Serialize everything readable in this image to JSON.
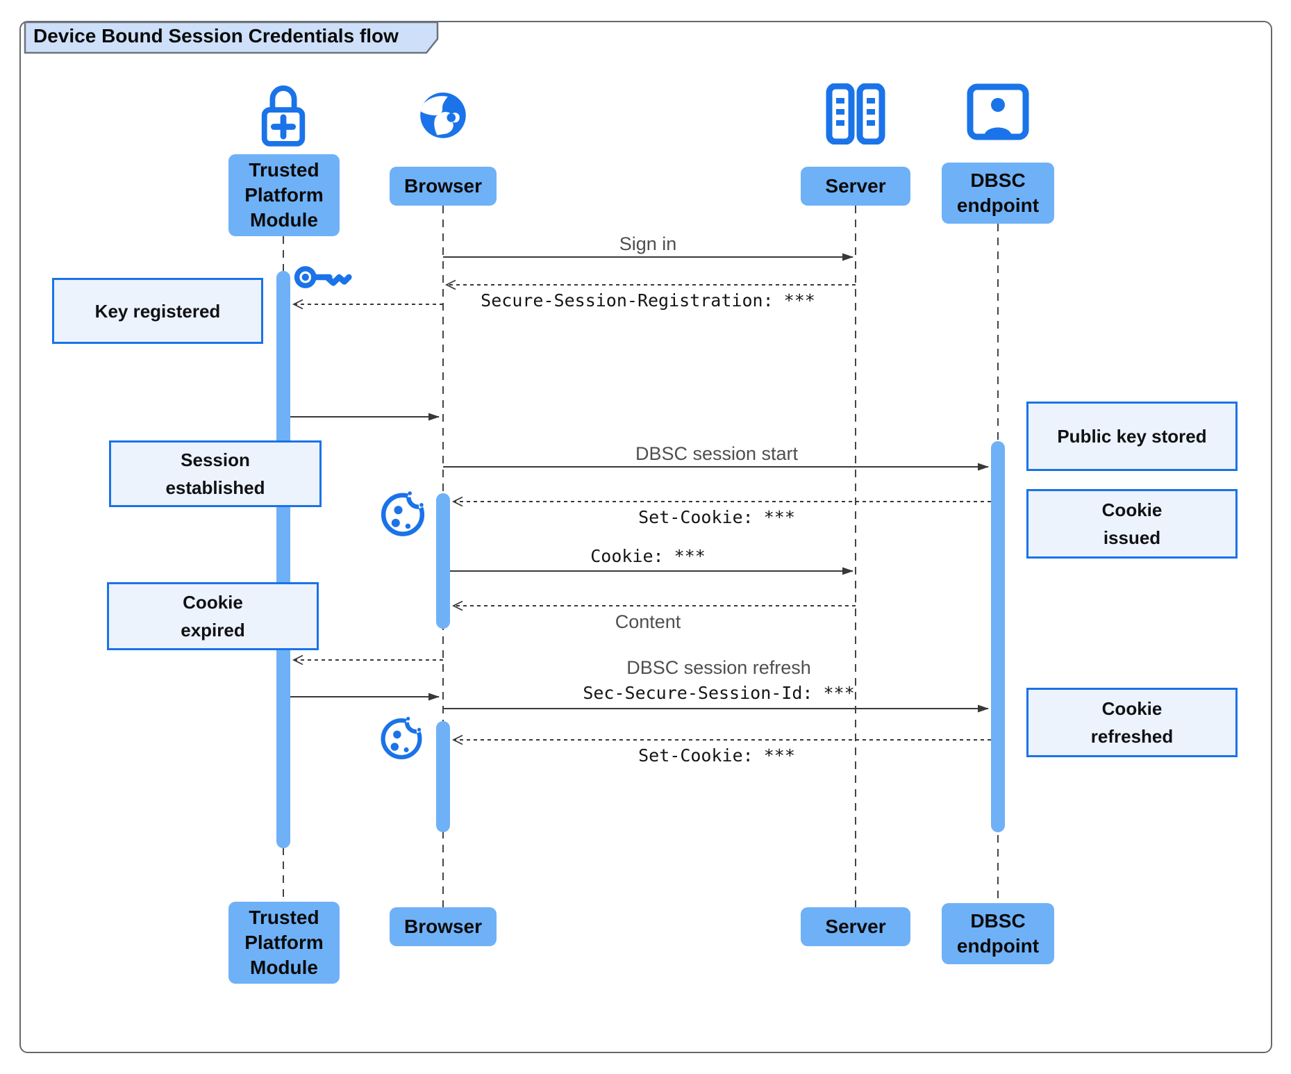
{
  "title": "Device Bound Session Credentials flow",
  "participants": [
    {
      "id": "tpm",
      "name": "Trusted Platform Module",
      "lines": [
        "Trusted",
        "Platform",
        "Module"
      ],
      "icon": "lock-plus-icon"
    },
    {
      "id": "browser",
      "name": "Browser",
      "lines": [
        "Browser"
      ],
      "icon": "globe-icon"
    },
    {
      "id": "server",
      "name": "Server",
      "lines": [
        "Server"
      ],
      "icon": "server-icon"
    },
    {
      "id": "dbsc",
      "name": "DBSC endpoint",
      "lines": [
        "DBSC",
        "endpoint"
      ],
      "icon": "person-badge-icon"
    }
  ],
  "messages": [
    {
      "from": "browser",
      "to": "server",
      "line": "solid",
      "label": "Sign in",
      "label_style": "plain"
    },
    {
      "from": "server",
      "to": "browser",
      "line": "dotted",
      "label": "Secure-Session-Registration: ***",
      "label_style": "mono"
    },
    {
      "from": "browser",
      "to": "tpm",
      "line": "dotted",
      "label": ""
    },
    {
      "from": "tpm",
      "to": "browser",
      "line": "solid",
      "label": ""
    },
    {
      "from": "browser",
      "to": "dbsc",
      "line": "solid",
      "label": "DBSC session start",
      "label_style": "plain"
    },
    {
      "from": "dbsc",
      "to": "browser",
      "line": "dotted",
      "label": "Set-Cookie: ***",
      "label_style": "mono"
    },
    {
      "from": "browser",
      "to": "server",
      "line": "solid",
      "label": "Cookie: ***",
      "label_style": "mono"
    },
    {
      "from": "server",
      "to": "browser",
      "line": "dotted",
      "label": "Content",
      "label_style": "plain"
    },
    {
      "from": "browser",
      "to": "tpm",
      "line": "dotted",
      "label": ""
    },
    {
      "from": "tpm",
      "to": "browser",
      "line": "solid",
      "label": ""
    },
    {
      "from": "browser",
      "to": "dbsc",
      "line": "solid",
      "label": "DBSC session refresh",
      "label_style": "plain",
      "label2": "Sec-Secure-Session-Id: ***",
      "label2_style": "mono"
    },
    {
      "from": "dbsc",
      "to": "browser",
      "line": "dotted",
      "label": "Set-Cookie: ***",
      "label_style": "mono"
    }
  ],
  "notes": [
    {
      "id": "key-registered",
      "lines": [
        "Key registered"
      ],
      "side": "left"
    },
    {
      "id": "session-established",
      "lines": [
        "Session",
        "established"
      ],
      "side": "left"
    },
    {
      "id": "cookie-expired",
      "lines": [
        "Cookie",
        "expired"
      ],
      "side": "left"
    },
    {
      "id": "public-key-stored",
      "lines": [
        "Public key stored"
      ],
      "side": "right"
    },
    {
      "id": "cookie-issued",
      "lines": [
        "Cookie",
        "issued"
      ],
      "side": "right"
    },
    {
      "id": "cookie-refreshed",
      "lines": [
        "Cookie",
        "refreshed"
      ],
      "side": "right"
    }
  ],
  "decorations": [
    {
      "icon": "key-icon",
      "near": "tpm"
    },
    {
      "icon": "cookie-icon",
      "near": "browser"
    },
    {
      "icon": "cookie-icon",
      "near": "browser"
    }
  ],
  "colors": {
    "accent_blue": "#1A73E8",
    "participant_fill": "#6EB1F7",
    "activation_fill": "#6FB1F7",
    "note_fill": "#ECF3FD",
    "note_border": "#1A73E8",
    "title_tab_fill": "#CEE0F9",
    "arrow": "#383838",
    "lifeline": "#444444",
    "message_text": "#4F4F4F",
    "text": "#0B0B0B"
  }
}
